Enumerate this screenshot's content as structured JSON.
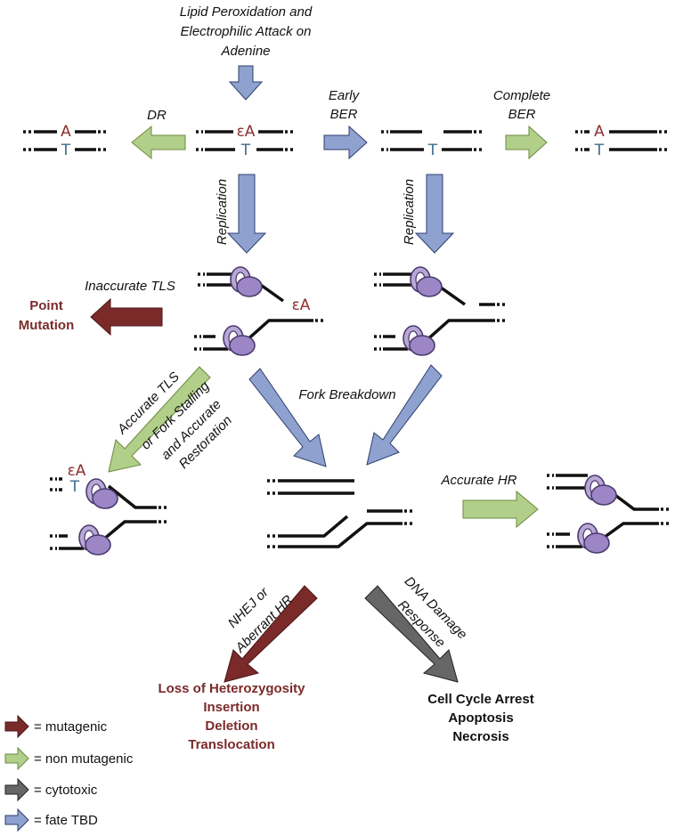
{
  "colors": {
    "mutagenic": "#7b2a2a",
    "non_mutagenic": "#b2cf8a",
    "cytotoxic": "#666666",
    "fate_tbd": "#8ea1cf",
    "adenine": "#8b2f2f",
    "thymine": "#3e6c8c",
    "outcome_text": "#7b2a2a"
  },
  "labels": {
    "lipid_peroxidation_line1": "Lipid Peroxidation and",
    "lipid_peroxidation_line2": "Electrophilic Attack on",
    "lipid_peroxidation_line3": "Adenine",
    "dr": "DR",
    "early_ber_line1": "Early",
    "early_ber_line2": "BER",
    "complete_ber_line1": "Complete",
    "complete_ber_line2": "BER",
    "replication_left": "Replication",
    "replication_right": "Replication",
    "inaccurate_tls": "Inaccurate TLS",
    "accurate_tls_line1": "Accurate TLS",
    "accurate_tls_line2": "or Fork Stalling",
    "accurate_tls_line3": "and Accurate",
    "accurate_tls_line4": "Restoration",
    "fork_breakdown": "Fork Breakdown",
    "accurate_hr": "Accurate HR",
    "nhej_line1": "NHEJ or",
    "nhej_line2": "Aberrant HR",
    "dna_damage_line1": "DNA Damage",
    "dna_damage_line2": "Response"
  },
  "bases": {
    "adenine": "A",
    "thymine": "T",
    "etheno_adenine": "εA"
  },
  "outcomes": {
    "point_mutation_line1": "Point",
    "point_mutation_line2": "Mutation",
    "mutagenic_outcomes": [
      "Loss of Heterozygosity",
      "Insertion",
      "Deletion",
      "Translocation"
    ],
    "cytotoxic_outcomes": [
      "Cell Cycle Arrest",
      "Apoptosis",
      "Necrosis"
    ]
  },
  "legend": [
    {
      "key": "mutagenic",
      "text": "= mutagenic"
    },
    {
      "key": "non_mutagenic",
      "text": "= non mutagenic"
    },
    {
      "key": "cytotoxic",
      "text": "= cytotoxic"
    },
    {
      "key": "fate_tbd",
      "text": "= fate TBD"
    }
  ]
}
